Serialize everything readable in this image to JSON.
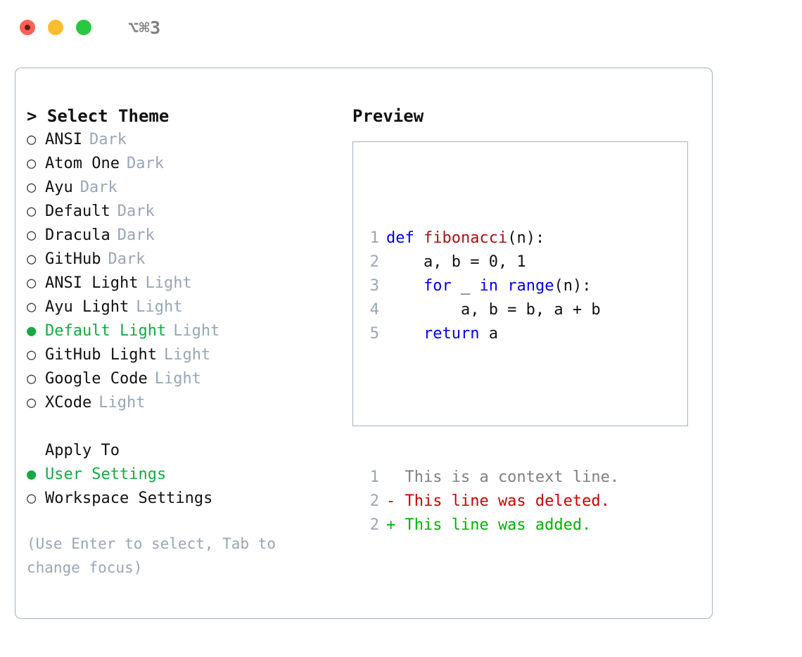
{
  "titlebar": {
    "shortcut": "⌥⌘3",
    "buttons": [
      "close",
      "minimize",
      "maximize"
    ]
  },
  "theme_picker": {
    "header": "> Select Theme",
    "bullet_selected": "●",
    "bullet_unselected": "○",
    "items": [
      {
        "name": "ANSI",
        "tag": "Dark",
        "selected": false
      },
      {
        "name": "Atom One",
        "tag": "Dark",
        "selected": false
      },
      {
        "name": "Ayu",
        "tag": "Dark",
        "selected": false
      },
      {
        "name": "Default",
        "tag": "Dark",
        "selected": false
      },
      {
        "name": "Dracula",
        "tag": "Dark",
        "selected": false
      },
      {
        "name": "GitHub",
        "tag": "Dark",
        "selected": false
      },
      {
        "name": "ANSI Light",
        "tag": "Light",
        "selected": false
      },
      {
        "name": "Ayu Light",
        "tag": "Light",
        "selected": false
      },
      {
        "name": "Default Light",
        "tag": "Light",
        "selected": true
      },
      {
        "name": "GitHub Light",
        "tag": "Light",
        "selected": false
      },
      {
        "name": "Google Code",
        "tag": "Light",
        "selected": false
      },
      {
        "name": "XCode",
        "tag": "Light",
        "selected": false
      }
    ]
  },
  "apply_to": {
    "header": "Apply To",
    "items": [
      {
        "name": "User Settings",
        "selected": true
      },
      {
        "name": "Workspace Settings",
        "selected": false
      }
    ]
  },
  "hint": "(Use Enter to select, Tab to change focus)",
  "preview": {
    "title": "Preview",
    "code_lines": [
      {
        "num": "1",
        "tokens": [
          {
            "t": "def ",
            "c": "kw"
          },
          {
            "t": "fibonacci",
            "c": "fn"
          },
          {
            "t": "(n):",
            "c": "plain"
          }
        ]
      },
      {
        "num": "2",
        "tokens": [
          {
            "t": "    a, b = 0, 1",
            "c": "plain"
          }
        ]
      },
      {
        "num": "3",
        "tokens": [
          {
            "t": "    ",
            "c": "plain"
          },
          {
            "t": "for",
            "c": "kw"
          },
          {
            "t": " _ ",
            "c": "plain"
          },
          {
            "t": "in range",
            "c": "kw"
          },
          {
            "t": "(n):",
            "c": "plain"
          }
        ]
      },
      {
        "num": "4",
        "tokens": [
          {
            "t": "        a, b = b, a + b",
            "c": "plain"
          }
        ]
      },
      {
        "num": "5",
        "tokens": [
          {
            "t": "    ",
            "c": "plain"
          },
          {
            "t": "return",
            "c": "kw"
          },
          {
            "t": " a",
            "c": "plain"
          }
        ]
      }
    ],
    "diff_lines": [
      {
        "num": "1",
        "marker": " ",
        "text": "  This is a context line.",
        "kind": "ctx"
      },
      {
        "num": "2",
        "marker": "-",
        "text": "- This line was deleted.",
        "kind": "del"
      },
      {
        "num": "2",
        "marker": "+",
        "text": "+ This line was added.",
        "kind": "add"
      }
    ]
  },
  "colors": {
    "accent_green": "#12ab42",
    "muted_tag": "#98a6b8",
    "border": "#a4b0c0",
    "keyword_blue": "#0000ee",
    "function_red": "#a31515",
    "diff_deleted": "#cc0000",
    "diff_added": "#00b300",
    "diff_context": "#808080",
    "traffic_red": "#ff5f57",
    "traffic_yellow": "#febc2e",
    "traffic_green": "#28c840"
  }
}
